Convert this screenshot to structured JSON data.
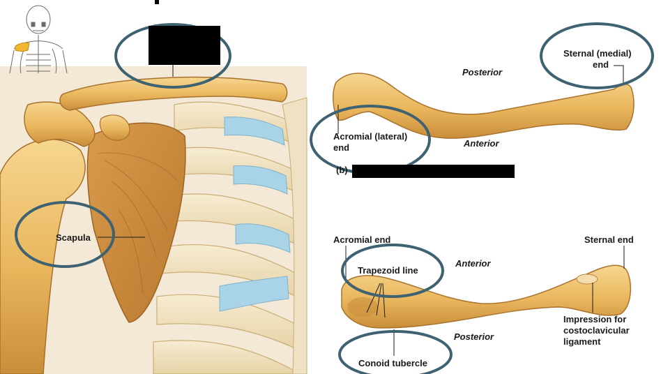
{
  "labels": {
    "posterior_top": "Posterior",
    "anterior_top": "Anterior",
    "sternal_medial_end_line1": "Sternal (medial)",
    "sternal_medial_end_line2": "end",
    "acromial_lateral_end_line1": "Acromial (lateral)",
    "acromial_lateral_end_line2": "end",
    "panel_b_letter": "(b)",
    "scapula": "Scapula",
    "acromial_end": "Acromial end",
    "sternal_end": "Sternal end",
    "anterior_bottom": "Anterior",
    "trapezoid_line": "Trapezoid line",
    "posterior_bottom": "Posterior",
    "conoid_tubercle": "Conoid tubercle",
    "impression_line1": "Impression for",
    "impression_line2": "costoclavicular",
    "impression_line3": "ligament"
  },
  "colors": {
    "bone": "#e9b65c",
    "bone_shade": "#c98e3a",
    "bone_light": "#f6d690",
    "rib": "#f0e2bf",
    "cartilage": "#a9d3e6",
    "circle_stroke": "#3f6272",
    "redaction": "#000000"
  }
}
